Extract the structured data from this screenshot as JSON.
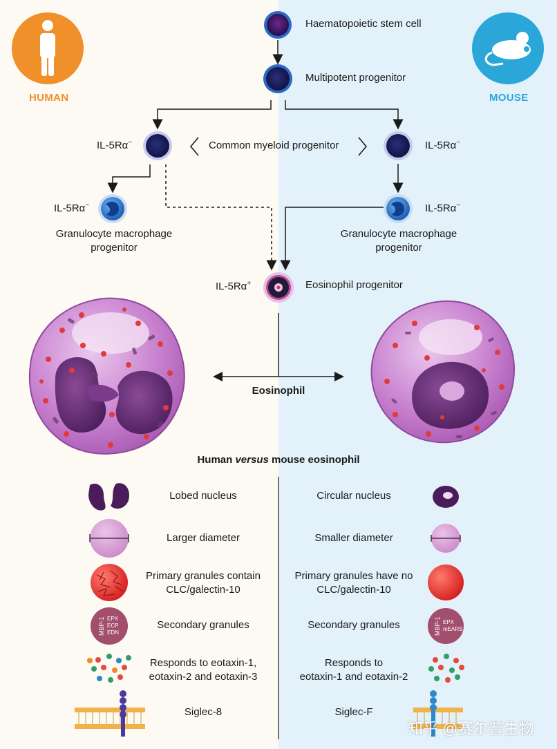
{
  "colors": {
    "human_accent": "#f0902a",
    "mouse_accent": "#2aa7d8",
    "left_bg": "#fdf9f3",
    "right_bg": "#e3f1fa"
  },
  "badges": {
    "human_label": "HUMAN",
    "mouse_label": "MOUSE",
    "human_icon": "person-icon",
    "mouse_icon": "mouse-icon"
  },
  "lineage": {
    "stem_cell": "Haematopoietic stem cell",
    "multipotent": "Multipotent progenitor",
    "cmp": "Common myeloid progenitor",
    "il5_base": "IL-5Rα",
    "sup_minus": "−",
    "sup_plus": "+",
    "gmp_line1": "Granulocyte macrophage",
    "gmp_line2": "progenitor",
    "eos_progenitor": "Eosinophil progenitor",
    "eosinophil": "Eosinophil"
  },
  "comparison": {
    "title_pre": "Human ",
    "title_em": "versus",
    "title_post": " mouse eosinophil",
    "rows": [
      {
        "human": [
          "Lobed nucleus"
        ],
        "mouse": [
          "Circular nucleus"
        ]
      },
      {
        "human": [
          "Larger diameter"
        ],
        "mouse": [
          "Smaller diameter"
        ]
      },
      {
        "human": [
          "Primary granules contain",
          "CLC/galectin-10"
        ],
        "mouse": [
          "Primary granules have no",
          "CLC/galectin-10"
        ]
      },
      {
        "human": [
          "Secondary granules"
        ],
        "mouse": [
          "Secondary granules"
        ]
      },
      {
        "human": [
          "Responds to eotaxin-1,",
          "eotaxin-2 and eotaxin-3"
        ],
        "mouse": [
          "Responds to",
          "eotaxin-1 and eotaxin-2"
        ]
      },
      {
        "human": [
          "Siglec-8"
        ],
        "mouse": [
          "Siglec-F"
        ]
      }
    ],
    "human_granule_text": {
      "side": "MBP-1",
      "lines": [
        "EPX",
        "ECP",
        "EDN"
      ]
    },
    "mouse_granule_text": {
      "side": "MBP-1",
      "lines": [
        "EPX",
        "mEARS"
      ]
    }
  },
  "watermark": "知乎 @赛尔普生物"
}
